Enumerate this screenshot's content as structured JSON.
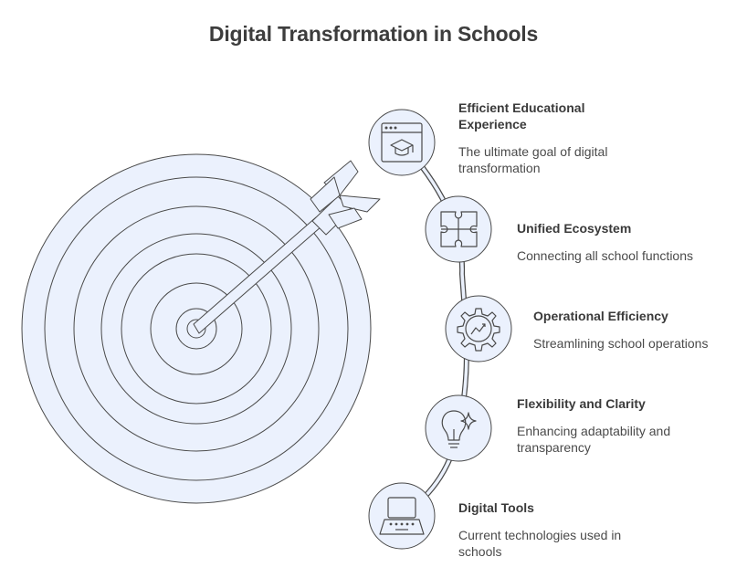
{
  "title": "Digital Transformation in Schools",
  "colors": {
    "fill": "#ebf1fd",
    "stroke": "#4a4a4a"
  },
  "steps": [
    {
      "title": "Efficient Educational Experience",
      "description": "The ultimate goal of digital transformation",
      "icon": "graduation-cap-browser-icon"
    },
    {
      "title": "Unified Ecosystem",
      "description": "Connecting all school functions",
      "icon": "puzzle-icon"
    },
    {
      "title": "Operational Efficiency",
      "description": "Streamlining school operations",
      "icon": "gear-chart-icon"
    },
    {
      "title": "Flexibility and Clarity",
      "description": "Enhancing adaptability and transparency",
      "icon": "lightbulb-sparkle-icon"
    },
    {
      "title": "Digital Tools",
      "description": "Current technologies used in schools",
      "icon": "laptop-icon"
    }
  ]
}
